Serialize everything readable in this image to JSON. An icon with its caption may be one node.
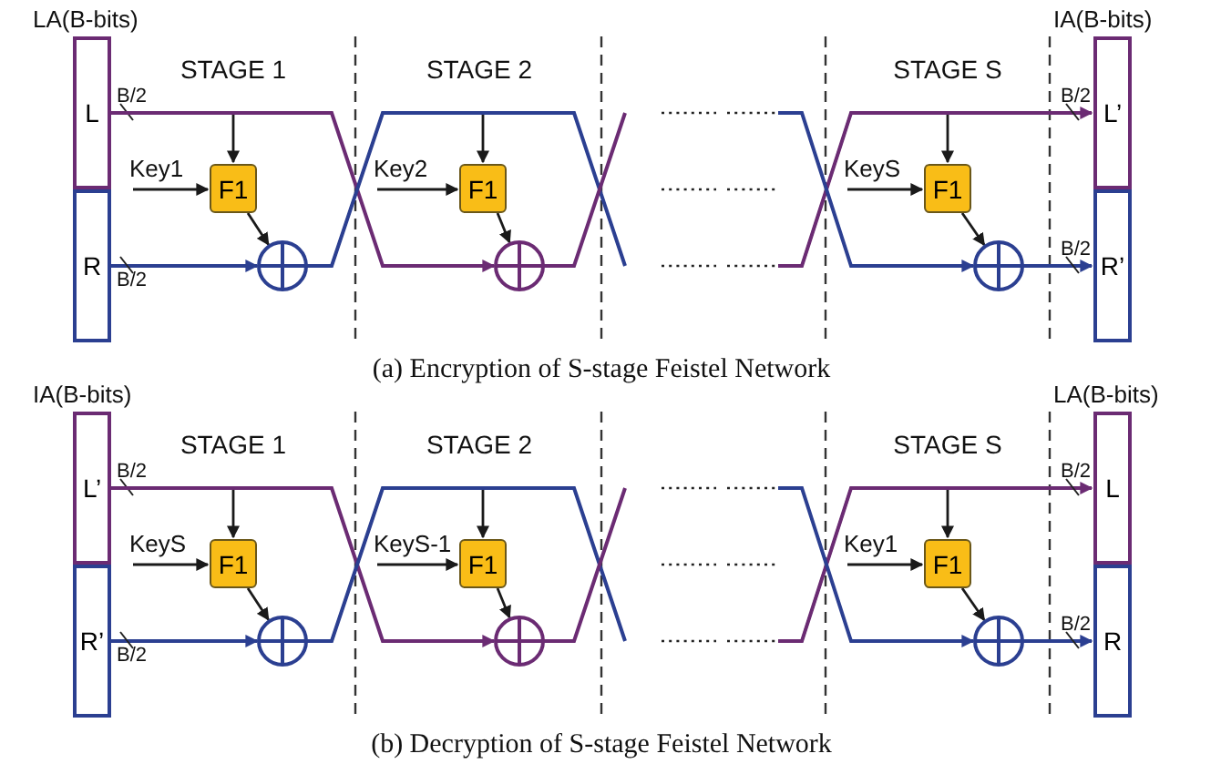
{
  "diagram": {
    "nodes": [
      {
        "text": [
          "LA(B-bits)"
        ]
      },
      {
        "text": [
          "L"
        ],
        "in": 0
      },
      {
        "text": [
          "R"
        ],
        "in": 0
      },
      {
        "text": [
          "Key1"
        ]
      },
      {
        "text": [
          "F1"
        ]
      },
      {
        "text": [],
        "shape": "circle"
      },
      {
        "text": [
          "Key2"
        ]
      },
      {
        "text": [
          "F1"
        ]
      },
      {
        "text": [],
        "shape": "circle"
      },
      {
        "text": [
          "KeyS"
        ]
      },
      {
        "text": [
          "F1"
        ]
      },
      {
        "text": [],
        "shape": "circle"
      },
      {
        "text": [
          "IA(B-bits)"
        ]
      },
      {
        "text": [
          "L’"
        ],
        "in": 12
      },
      {
        "text": [
          "R’"
        ],
        "in": 12
      },
      {
        "text": [
          "IA(B-bits)"
        ]
      },
      {
        "text": [
          "L’"
        ],
        "in": 15
      },
      {
        "text": [
          "R’"
        ],
        "in": 15
      },
      {
        "text": [
          "KeyS"
        ]
      },
      {
        "text": [
          "F1"
        ]
      },
      {
        "text": [],
        "shape": "circle"
      },
      {
        "text": [
          "KeyS-1"
        ]
      },
      {
        "text": [
          "F1"
        ]
      },
      {
        "text": [],
        "shape": "circle"
      },
      {
        "text": [
          "Key1"
        ]
      },
      {
        "text": [
          "F1"
        ]
      },
      {
        "text": [],
        "shape": "circle"
      },
      {
        "text": [
          "LA(B-bits)"
        ]
      },
      {
        "text": [
          "L"
        ],
        "in": 27
      },
      {
        "text": [
          "R"
        ],
        "in": 27
      }
    ],
    "edges": [
      {
        "from": 1,
        "to": 4,
        "arrow": "to",
        "label": "B/2"
      },
      {
        "from": 1,
        "to": 8,
        "arrow": "to",
        "color": "#6b2b73"
      },
      {
        "from": 2,
        "to": 5,
        "arrow": "to",
        "label": "B/2",
        "color": "#2b3f91"
      },
      {
        "from": 3,
        "to": 4,
        "arrow": "to"
      },
      {
        "from": 4,
        "to": 5,
        "arrow": "to"
      },
      {
        "from": 5,
        "to": 7,
        "arrow": "to"
      },
      {
        "from": 5,
        "to": null,
        "arrow": "none",
        "color": "#2b3f91"
      },
      {
        "from": 6,
        "to": 7,
        "arrow": "to"
      },
      {
        "from": 7,
        "to": 8,
        "arrow": "to"
      },
      {
        "from": 8,
        "to": null,
        "arrow": "none",
        "color": "#6b2b73"
      },
      {
        "from": null,
        "to": 10,
        "arrow": "to"
      },
      {
        "from": null,
        "to": 13,
        "arrow": "to",
        "label": "B/2",
        "color": "#6b2b73"
      },
      {
        "from": null,
        "to": 11,
        "arrow": "to",
        "color": "#2b3f91"
      },
      {
        "from": 9,
        "to": 10,
        "arrow": "to"
      },
      {
        "from": 10,
        "to": 11,
        "arrow": "to"
      },
      {
        "from": 11,
        "to": 14,
        "arrow": "to",
        "label": "B/2",
        "color": "#2b3f91"
      },
      {
        "from": 16,
        "to": 19,
        "arrow": "to",
        "label": "B/2"
      },
      {
        "from": 16,
        "to": 23,
        "arrow": "to",
        "color": "#6b2b73"
      },
      {
        "from": 17,
        "to": 20,
        "arrow": "to",
        "label": "B/2",
        "color": "#2b3f91"
      },
      {
        "from": 18,
        "to": 19,
        "arrow": "to"
      },
      {
        "from": 19,
        "to": 20,
        "arrow": "to"
      },
      {
        "from": 20,
        "to": 22,
        "arrow": "to"
      },
      {
        "from": 20,
        "to": null,
        "arrow": "none",
        "color": "#2b3f91"
      },
      {
        "from": 21,
        "to": 22,
        "arrow": "to"
      },
      {
        "from": 22,
        "to": 23,
        "arrow": "to"
      },
      {
        "from": 23,
        "to": null,
        "arrow": "none",
        "color": "#6b2b73"
      },
      {
        "from": null,
        "to": 25,
        "arrow": "to"
      },
      {
        "from": null,
        "to": 28,
        "arrow": "to",
        "label": "B/2",
        "color": "#6b2b73"
      },
      {
        "from": null,
        "to": 26,
        "arrow": "to",
        "color": "#2b3f91"
      },
      {
        "from": 24,
        "to": 25,
        "arrow": "to"
      },
      {
        "from": 25,
        "to": 26,
        "arrow": "to"
      },
      {
        "from": 26,
        "to": 29,
        "arrow": "to",
        "label": "B/2",
        "color": "#2b3f91"
      }
    ],
    "labels": [
      "STAGE 1",
      "STAGE 2",
      "STAGE S",
      "(a) Encryption of S-stage Feistel Network",
      "STAGE 1",
      "STAGE 2",
      "STAGE S",
      "(b) Decryption of S-stage Feistel Network"
    ]
  }
}
